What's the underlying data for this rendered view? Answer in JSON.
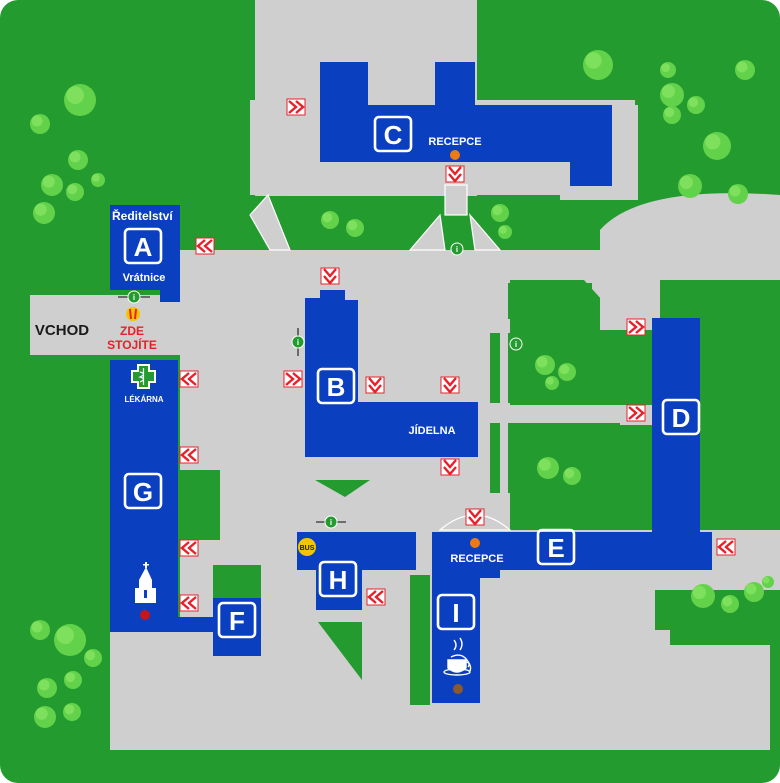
{
  "colors": {
    "grass": "#239b2f",
    "path": "#cfcfcf",
    "building": "#0a3fbf",
    "entrance": "#e8202a",
    "marker": "#f07a12",
    "text_dark": "#1a1a1a",
    "label_red": "#e8202a"
  },
  "buildings": {
    "A": "A",
    "B": "B",
    "C": "C",
    "D": "D",
    "E": "E",
    "F": "F",
    "G": "G",
    "H": "H",
    "I": "I"
  },
  "labels": {
    "reditelstvi": "Ředitelství",
    "vratnice": "Vrátnice",
    "vchod": "VCHOD",
    "zde": "ZDE",
    "stojite": "STOJÍTE",
    "lekarna": "LÉKÁRNA",
    "jidelna": "JÍDELNA",
    "recepce_c": "RECEPCE",
    "recepce_e": "RECEPCE",
    "bus": "BUS",
    "info": "i"
  },
  "icons": [
    "info-icon",
    "pharmacy-cross-icon",
    "church-icon",
    "coffee-cup-icon",
    "entrance-arrow-icon",
    "bus-stop-icon",
    "you-are-here-icon"
  ]
}
